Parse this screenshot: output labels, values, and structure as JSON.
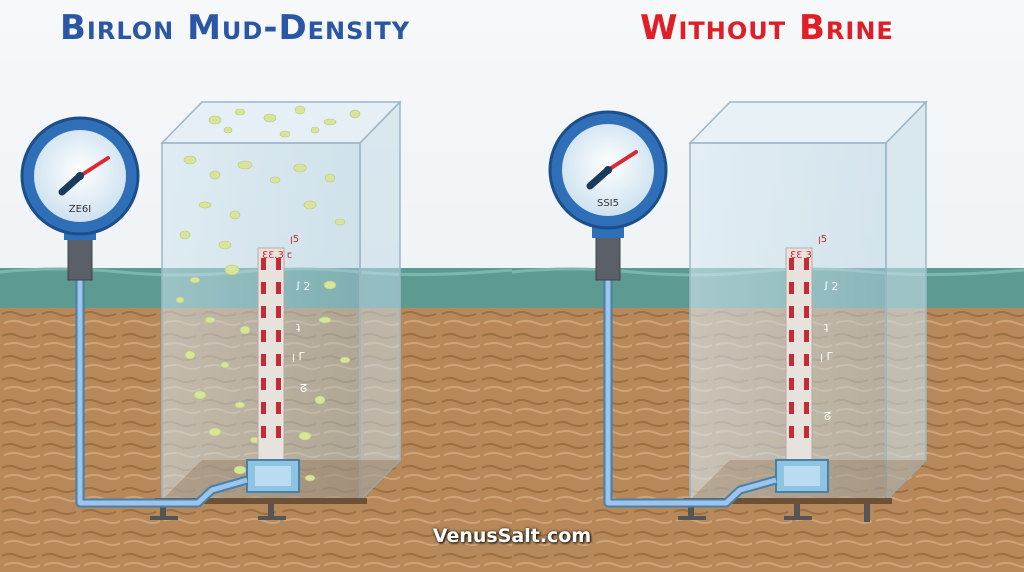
{
  "left": {
    "title": "Birlon Mud-Density",
    "gauge_readout": "ZE6I",
    "tube_label": "ꞁ5",
    "tube_label2": "ƐƐ.3 ꞇ",
    "marks": [
      "ꭍ 2",
      "ʇ",
      "ꞁ ᒥ",
      "ᘔ"
    ]
  },
  "right": {
    "title": "Without Brine",
    "gauge_readout": "SSI5",
    "tube_label": "ꞁ5",
    "tube_label2": "ƐƐ 3",
    "marks": [
      "ꭍ 2",
      "ʇ",
      "ꞁ ᒥ",
      "ᘔ"
    ]
  },
  "watermark": "VenusSalt.com",
  "colors": {
    "left_title": "#2a56a3",
    "right_title": "#e01e28",
    "gauge_rim": "#2e6fb8",
    "needle": "#d92b34",
    "pipe": "#8fb8e6",
    "soil": "#b88a58",
    "water": "#5d9a92",
    "particles": "#d8e49a",
    "sky": "#f4f6f8"
  },
  "icons": [
    "pressure-gauge-icon",
    "hydrometer-icon",
    "sensor-box-icon"
  ]
}
